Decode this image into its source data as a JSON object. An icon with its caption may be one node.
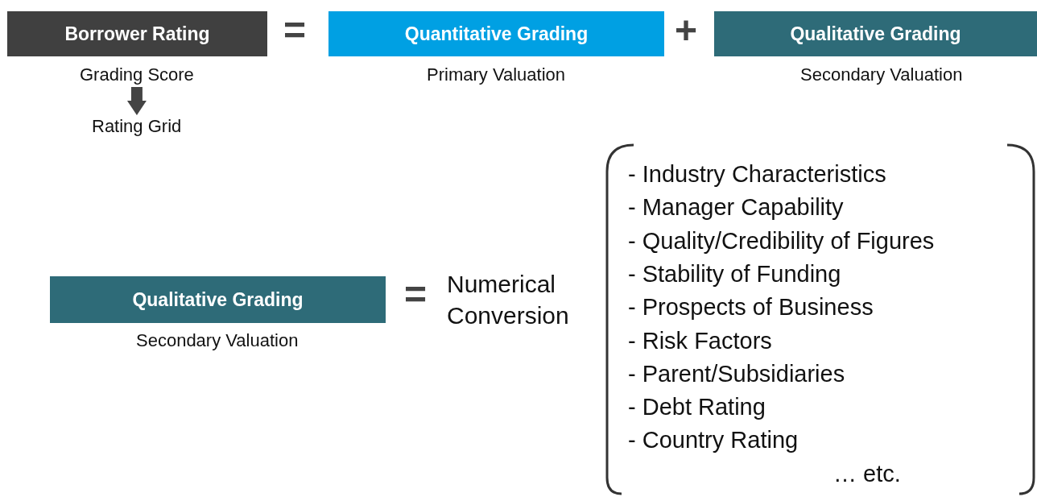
{
  "diagram": {
    "nodes": [
      {
        "text": [
          "Borrower Rating"
        ]
      },
      {
        "text": [
          "Grading Score"
        ]
      },
      {
        "text": [
          "Rating Grid"
        ]
      },
      {
        "text": [
          "Quantitative Grading"
        ],
        "beside": [
          "Primary Valuation"
        ]
      },
      {
        "text": [
          "Qualitative Grading"
        ],
        "beside": [
          "Secondary Valuation"
        ]
      },
      {
        "text": [
          "Qualitative Grading"
        ],
        "beside": [
          "Secondary Valuation"
        ]
      },
      {
        "text": [
          "- Industry Characteristics",
          "- Manager Capability",
          "- Quality/Credibility of Figures",
          "- Stability of Funding",
          "- Prospects of Business",
          "- Risk Factors",
          "- Parent/Subsidiaries",
          "- Debt Rating",
          "- Country Rating",
          "… etc."
        ]
      }
    ],
    "edges": [
      {
        "from": 1,
        "to": 2,
        "arrow": "to"
      }
    ],
    "labels": [
      "=",
      "+",
      "=",
      "Numerical Conversion"
    ]
  }
}
